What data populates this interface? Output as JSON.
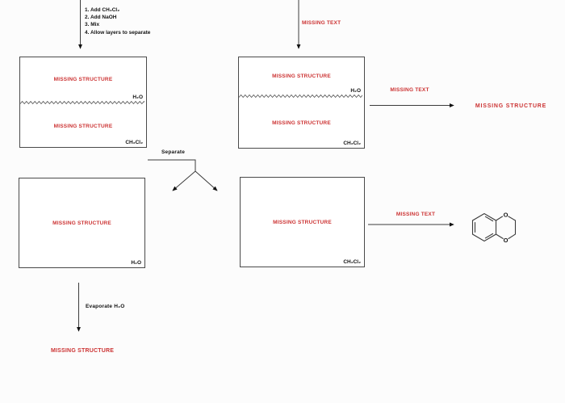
{
  "colors": {
    "accent_red": "#cc3333",
    "line": "#3c3c3c",
    "border": "#4a4a4a"
  },
  "procedure": {
    "steps": [
      "1.  Add CH₂Cl₂",
      "2.  Add NaOH",
      "3.  Mix",
      "4.  Allow layers to separate"
    ]
  },
  "top_arrow": {
    "label": "MISSING TEXT"
  },
  "flask_top_left": {
    "top_label": "MISSING STRUCTURE",
    "top_solvent": "H₂O",
    "bottom_label": "MISSING STRUCTURE",
    "bottom_solvent": "CH₂Cl₂"
  },
  "flask_top_right": {
    "top_label": "MISSING STRUCTURE",
    "top_solvent": "H₂O",
    "bottom_label": "MISSING STRUCTURE",
    "bottom_solvent": "CH₂Cl₂"
  },
  "aqueous_arrow": {
    "label": "MISSING TEXT",
    "product": "MISSING STRUCTURE"
  },
  "separate": {
    "label": "Separate"
  },
  "flask_bottom_left": {
    "label": "MISSING STRUCTURE",
    "solvent": "H₂O"
  },
  "flask_bottom_right": {
    "label": "MISSING STRUCTURE",
    "solvent": "CH₂Cl₂"
  },
  "organic_arrow": {
    "label": "MISSING TEXT"
  },
  "structure": {
    "atoms": [
      "O",
      "O"
    ]
  },
  "evaporate": {
    "label": "Evaporate H₂O"
  },
  "final_product": {
    "label": "MISSING STRUCTURE"
  }
}
